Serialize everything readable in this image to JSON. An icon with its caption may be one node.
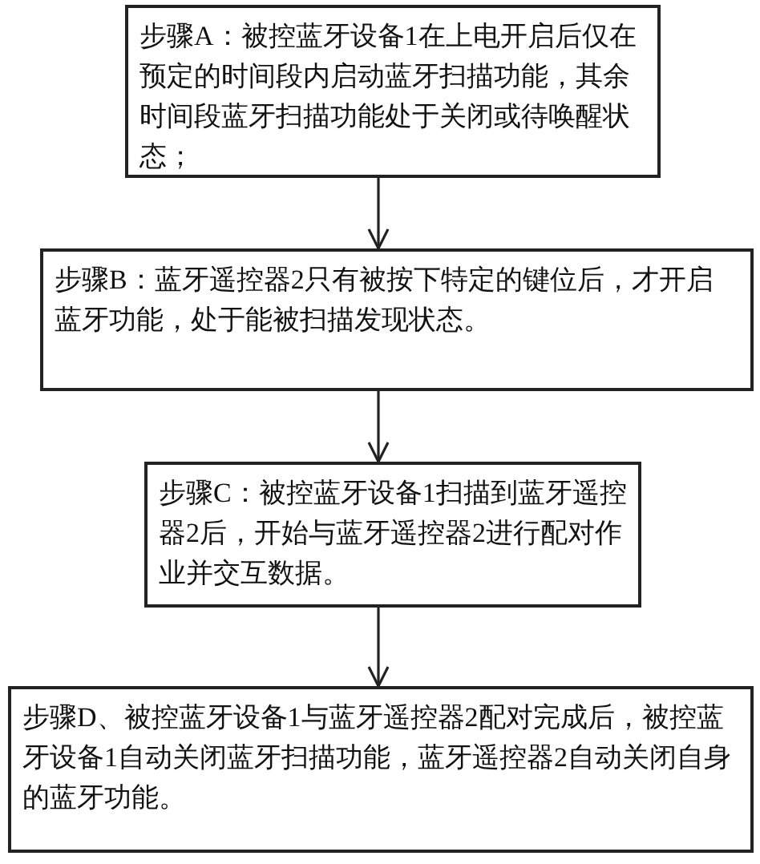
{
  "diagram": {
    "nodes": [
      {
        "text": [
          "步骤A：被控蓝牙设备1在上电开启后仅在预定的时间段内启动蓝牙扫描功能，其余时间段蓝牙扫描功能处于关闭或待唤醒状态；"
        ]
      },
      {
        "text": [
          "步骤B：蓝牙遥控器2只有被按下特定的键位后，才开启蓝牙功能，处于能被扫描发现状态。"
        ]
      },
      {
        "text": [
          "步骤C：被控蓝牙设备1扫描到蓝牙遥控器2后，开始与蓝牙遥控器2进行配对作业并交互数据。"
        ]
      },
      {
        "text": [
          "步骤D、被控蓝牙设备1与蓝牙遥控器2配对完成后，被控蓝牙设备1自动关闭蓝牙扫描功能，蓝牙遥控器2自动关闭自身的蓝牙功能。"
        ]
      }
    ],
    "edges": [
      {
        "from": 0,
        "to": 1,
        "arrow": "to"
      },
      {
        "from": 1,
        "to": 2,
        "arrow": "to"
      },
      {
        "from": 2,
        "to": 3,
        "arrow": "to"
      }
    ]
  }
}
